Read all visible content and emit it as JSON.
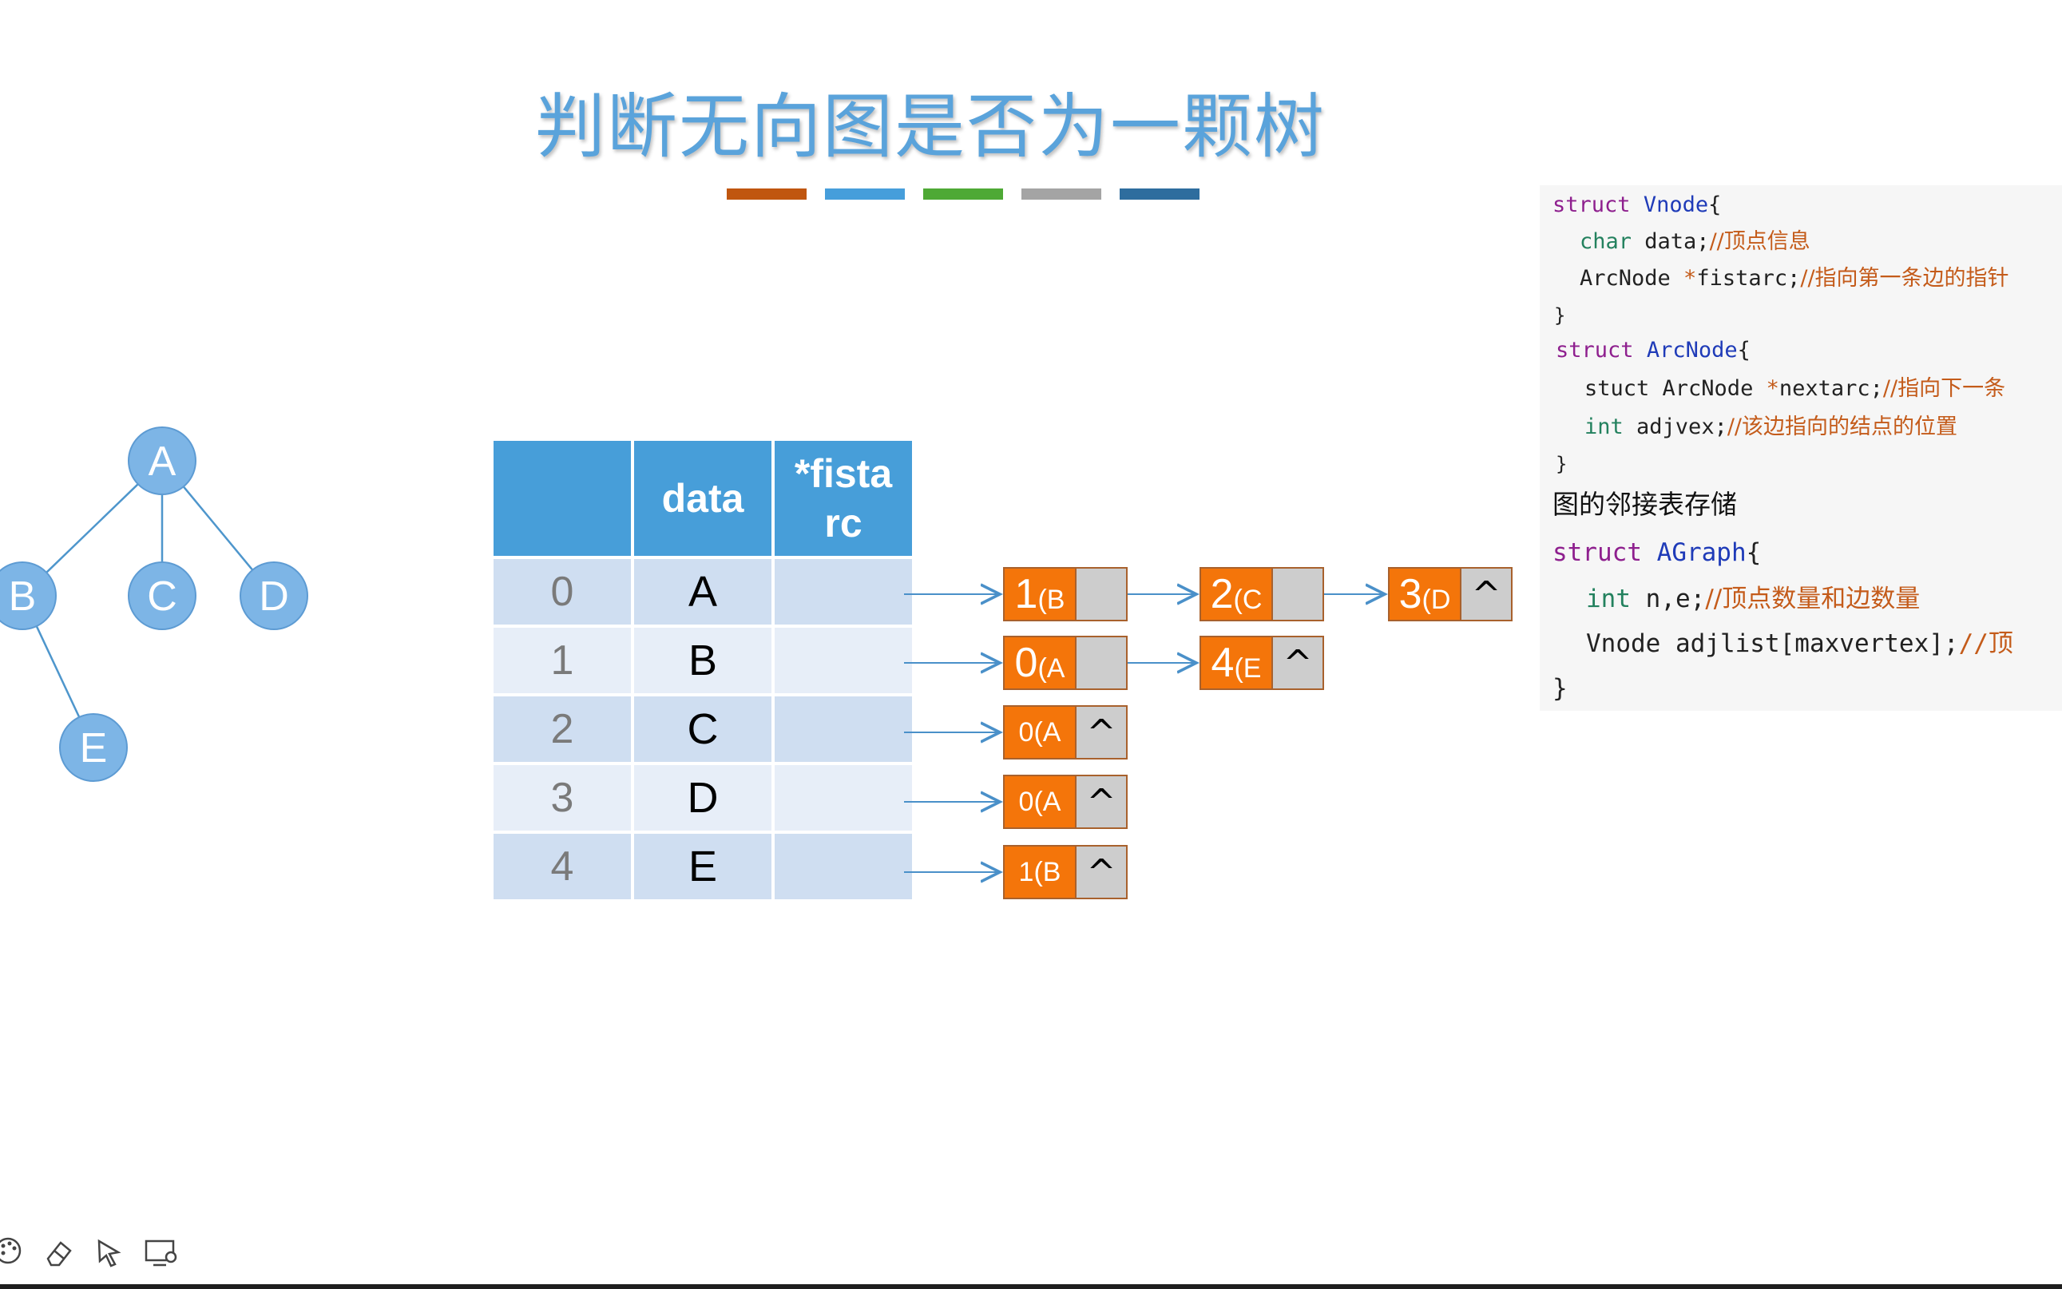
{
  "title": "判断无向图是否为一颗树",
  "color_bars": [
    "#c0560f",
    "#469edb",
    "#4ea935",
    "#a4a4a4",
    "#2e6d9e"
  ],
  "tree": {
    "nodes": [
      {
        "label": "A"
      },
      {
        "label": "B"
      },
      {
        "label": "C"
      },
      {
        "label": "D"
      },
      {
        "label": "E"
      }
    ],
    "edges": [
      [
        "A",
        "B"
      ],
      [
        "A",
        "C"
      ],
      [
        "A",
        "D"
      ],
      [
        "B",
        "E"
      ]
    ]
  },
  "table": {
    "headers": [
      "",
      "data",
      "*fista\nrc"
    ],
    "header_line1": "*fista",
    "header_line2": "rc",
    "rows": [
      {
        "index": "0",
        "data": "A"
      },
      {
        "index": "1",
        "data": "B"
      },
      {
        "index": "2",
        "data": "C"
      },
      {
        "index": "3",
        "data": "D"
      },
      {
        "index": "4",
        "data": "E"
      }
    ]
  },
  "arc_lists": [
    [
      {
        "num": "1",
        "label": "(B",
        "end": ""
      },
      {
        "num": "2",
        "label": "(C",
        "end": ""
      },
      {
        "num": "3",
        "label": "(D",
        "end": "^"
      }
    ],
    [
      {
        "num": "0",
        "label": "(A",
        "end": ""
      },
      {
        "num": "4",
        "label": "(E",
        "end": "^"
      }
    ],
    [
      {
        "num": "0",
        "label": "(A",
        "end": "^"
      }
    ],
    [
      {
        "num": "0",
        "label": "(A",
        "end": "^"
      }
    ],
    [
      {
        "num": "1",
        "label": "(B",
        "end": "^"
      }
    ]
  ],
  "code": {
    "l1a": "struct",
    "l1b": "Vnode",
    "l1c": "{",
    "l2a": "char",
    "l2b": " data;",
    "l2c": "//顶点信息",
    "l3a": "ArcNode ",
    "l3b": "*",
    "l3c": "fistarc;",
    "l3d": "//指向第一条边的指针",
    "l4": "}",
    "l5a": "struct",
    "l5b": "ArcNode",
    "l5c": "{",
    "l6a": "stuct ArcNode ",
    "l6b": "*",
    "l6c": "nextarc;",
    "l6d": "//指向下一条",
    "l7a": "int",
    "l7b": " adjvex;",
    "l7c": "//该边指向的结点的位置",
    "l8": "}",
    "l9": "图的邻接表存储",
    "l10a": "struct",
    "l10b": "AGraph",
    "l10c": "{",
    "l11a": "int",
    "l11b": " n,e;",
    "l11c": "//顶点数量和边数量",
    "l12a": "Vnode adjlist[maxvertex];",
    "l12b": "//顶",
    "l13": "}"
  }
}
